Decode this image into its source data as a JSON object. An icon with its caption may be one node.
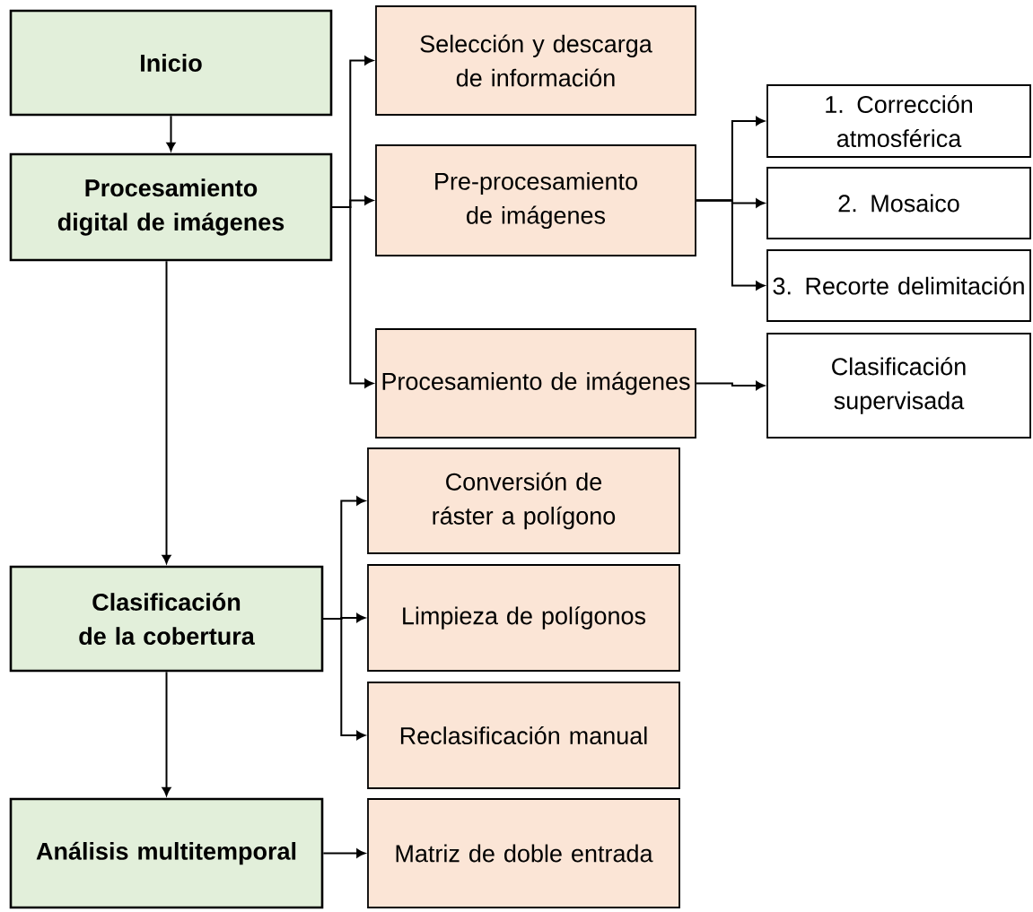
{
  "diagram": {
    "nodes": [
      {
        "text": [
          "Inicio"
        ]
      },
      {
        "text": [
          "Procesamiento digital de imágenes"
        ]
      },
      {
        "text": [
          "Clasificación de la cobertura"
        ]
      },
      {
        "text": [
          "Análisis multitemporal"
        ]
      },
      {
        "text": [
          "Selección y descarga de información"
        ]
      },
      {
        "text": [
          "Pre-procesamiento de imágenes"
        ]
      },
      {
        "text": [
          "1. Corrección atmosférica"
        ]
      },
      {
        "text": [
          "2. Mosaico"
        ]
      },
      {
        "text": [
          "3. Recorte delimitación"
        ]
      },
      {
        "text": [
          "Procesamiento de imágenes"
        ]
      },
      {
        "text": [
          "Clasificación supervisada"
        ]
      },
      {
        "text": [
          "Conversión de ráster a polígono"
        ]
      },
      {
        "text": [
          "Limpieza de polígonos"
        ]
      },
      {
        "text": [
          "Reclasificación manual"
        ]
      },
      {
        "text": [
          "Matriz de doble entrada"
        ]
      }
    ],
    "edges": [
      {
        "from": 0,
        "to": 1,
        "arrow": "to"
      },
      {
        "from": 1,
        "to": 2,
        "arrow": "to"
      },
      {
        "from": 2,
        "to": 3,
        "arrow": "to"
      },
      {
        "from": 1,
        "to": 4,
        "arrow": "to"
      },
      {
        "from": 1,
        "to": 5,
        "arrow": "to"
      },
      {
        "from": 1,
        "to": 9,
        "arrow": "to"
      },
      {
        "from": 5,
        "to": 6,
        "arrow": "to"
      },
      {
        "from": 5,
        "to": 7,
        "arrow": "to"
      },
      {
        "from": 5,
        "to": 8,
        "arrow": "to"
      },
      {
        "from": 9,
        "to": 10,
        "arrow": "to"
      },
      {
        "from": 2,
        "to": 11,
        "arrow": "to"
      },
      {
        "from": 2,
        "to": 12,
        "arrow": "to"
      },
      {
        "from": 2,
        "to": 13,
        "arrow": "to"
      },
      {
        "from": 3,
        "to": 14,
        "arrow": "to"
      }
    ]
  }
}
